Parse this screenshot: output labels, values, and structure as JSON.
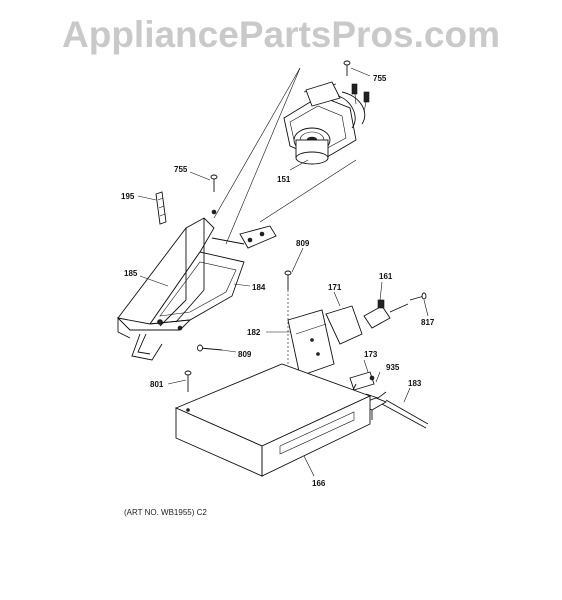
{
  "watermark": "AppliancePartsPros.com",
  "art_number": "(ART NO. WB1955) C2",
  "callouts": {
    "c755a": "755",
    "c151": "151",
    "c755b": "755",
    "c195": "195",
    "c809a": "809",
    "c185": "185",
    "c184": "184",
    "c171": "171",
    "c161": "161",
    "c817": "817",
    "c182": "182",
    "c809b": "809",
    "c173": "173",
    "c935": "935",
    "c801": "801",
    "c183": "183",
    "c166": "166"
  }
}
